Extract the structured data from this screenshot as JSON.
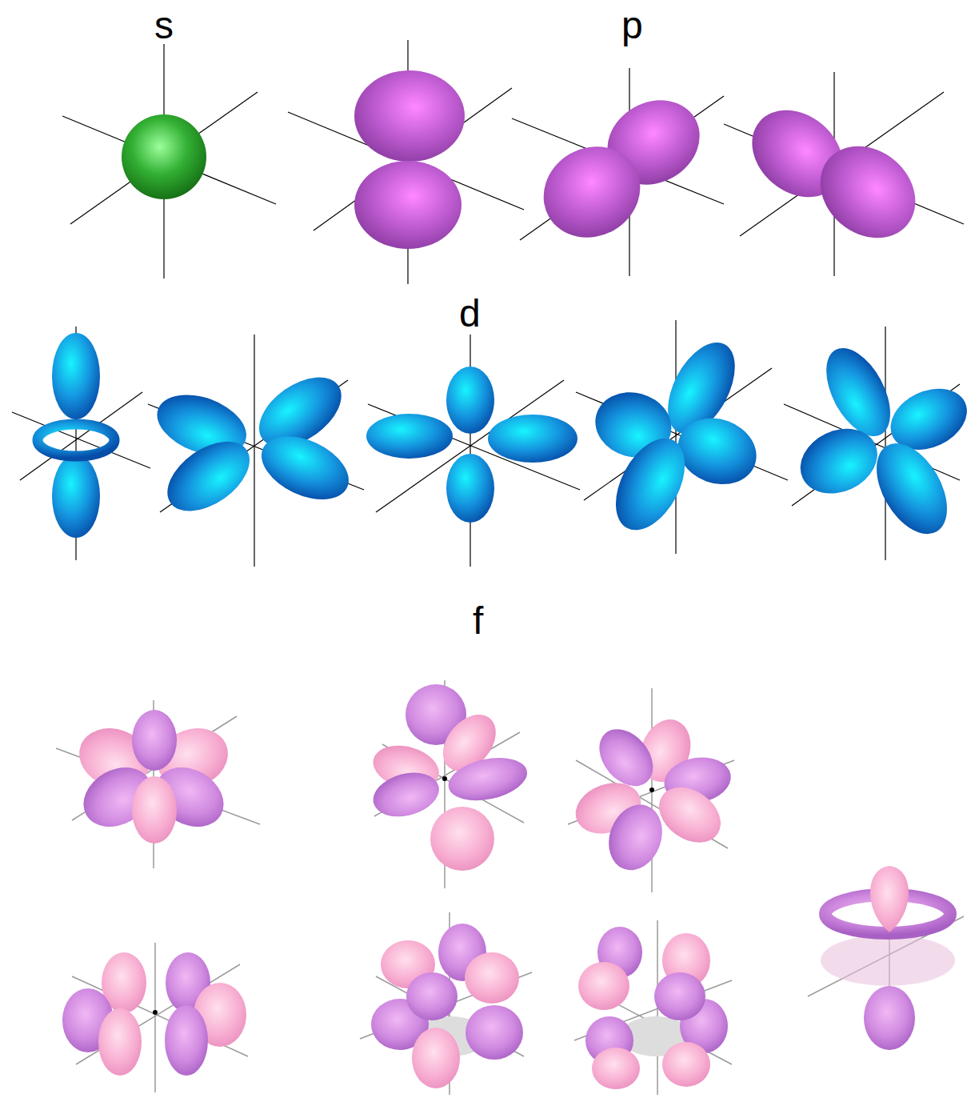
{
  "diagram": {
    "labels": [
      "s",
      "p",
      "d",
      "f"
    ]
  }
}
